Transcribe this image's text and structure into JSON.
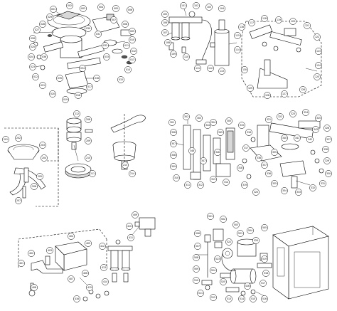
{
  "sheet": {
    "panels": [
      {
        "id": "panel-1",
        "callouts": [
          "001",
          "002",
          "003",
          "004",
          "005",
          "006",
          "007",
          "008",
          "009",
          "010",
          "011",
          "012",
          "013",
          "014",
          "015",
          "016",
          "017",
          "018",
          "019",
          "020",
          "021",
          "022",
          "023",
          "024",
          "025",
          "026",
          "027",
          "028",
          "029",
          "030",
          "031",
          "032",
          "033",
          "034",
          "035",
          "036"
        ]
      },
      {
        "id": "panel-2",
        "callouts": [
          "101",
          "102",
          "103",
          "104",
          "105",
          "106",
          "107",
          "108",
          "109",
          "110",
          "111",
          "112",
          "113",
          "114",
          "115",
          "116",
          "117",
          "118",
          "119",
          "120",
          "121",
          "122",
          "123",
          "124",
          "125",
          "126",
          "127",
          "128",
          "129",
          "130"
        ]
      },
      {
        "id": "panel-3",
        "callouts": [
          "201",
          "202",
          "203",
          "204",
          "205",
          "206",
          "207",
          "208",
          "209",
          "210",
          "211",
          "212",
          "213",
          "214"
        ]
      },
      {
        "id": "panel-4",
        "callouts": [
          "301",
          "302",
          "303",
          "304",
          "305",
          "306",
          "307",
          "308",
          "309",
          "310",
          "311",
          "312",
          "313",
          "314",
          "315",
          "316",
          "317",
          "318",
          "319",
          "320",
          "321",
          "322",
          "323",
          "324",
          "325",
          "326",
          "327",
          "328",
          "329",
          "330",
          "331",
          "332",
          "333",
          "334",
          "335",
          "336",
          "337",
          "338",
          "339",
          "340",
          "341",
          "342",
          "343",
          "344",
          "345",
          "346",
          "347",
          "348"
        ]
      },
      {
        "id": "panel-5",
        "callouts": [
          "401",
          "402",
          "403",
          "404",
          "405",
          "406",
          "407",
          "408",
          "409",
          "410",
          "411",
          "412",
          "413",
          "414",
          "415",
          "416"
        ]
      },
      {
        "id": "panel-6",
        "callouts": [
          "501",
          "502",
          "503",
          "504",
          "505",
          "506",
          "507",
          "508",
          "509",
          "510",
          "511",
          "512",
          "513",
          "514",
          "515",
          "516",
          "517",
          "518",
          "519",
          "520",
          "521",
          "522",
          "523",
          "524",
          "525",
          "526"
        ]
      }
    ]
  }
}
